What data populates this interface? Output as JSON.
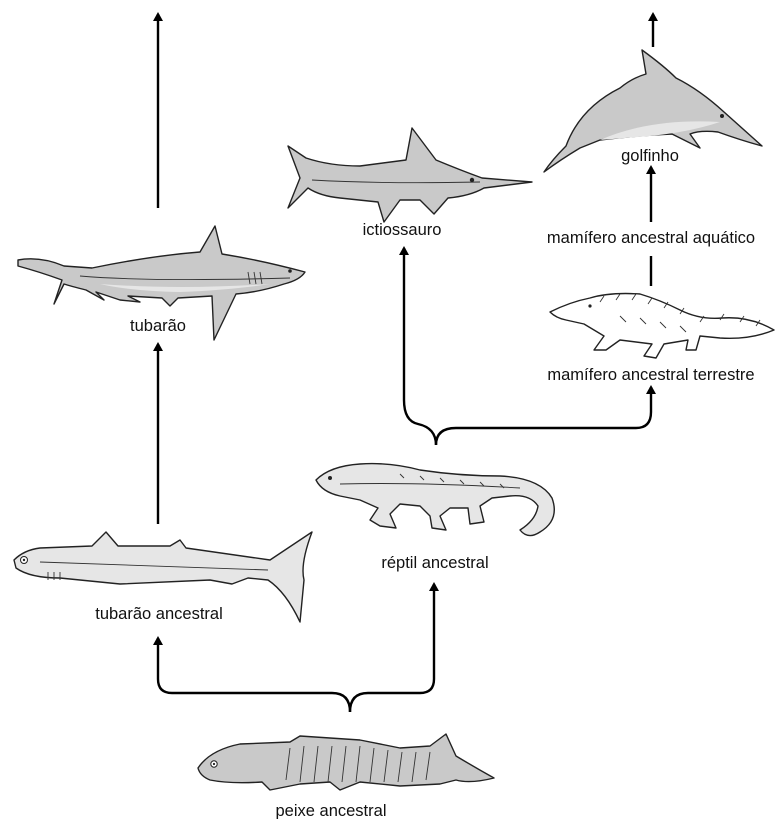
{
  "labels": {
    "shark": "tubarão",
    "ancestral_shark": "tubarão ancestral",
    "ichthyosaur": "ictiossauro",
    "dolphin": "golfinho",
    "aquatic_mammal": "mamífero ancestral aquático",
    "land_mammal": "mamífero ancestral terrestre",
    "ancestral_reptile": "réptil ancestral",
    "ancestral_fish": "peixe ancestral"
  },
  "colors": {
    "arrow": "#000000",
    "body_fill": "#c9c9c9",
    "body_light": "#e6e6e6"
  }
}
